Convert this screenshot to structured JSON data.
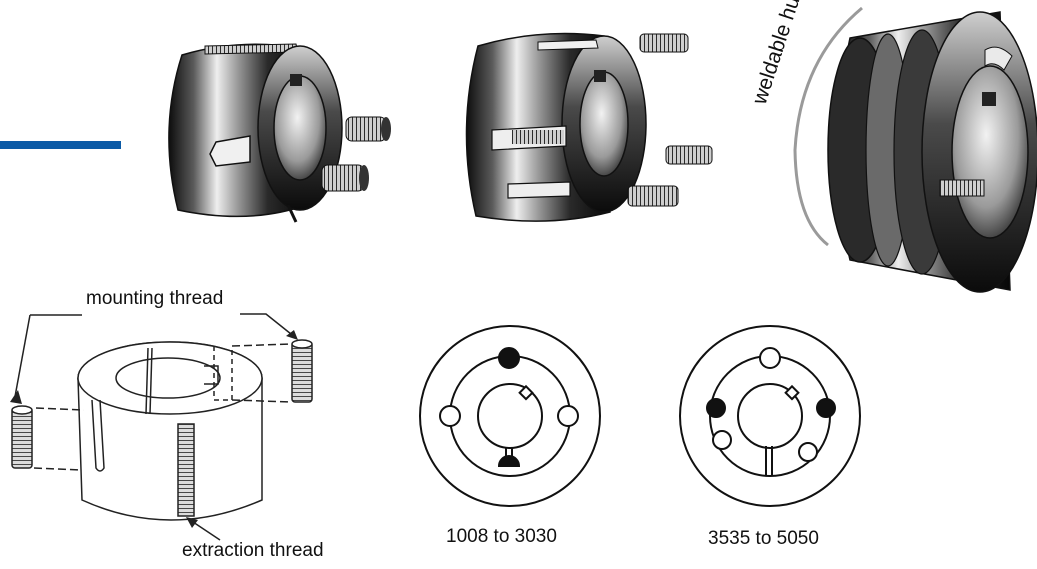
{
  "labels": {
    "weldable_hub": "weldable hub",
    "mounting_thread": "mounting thread",
    "extraction_thread": "extraction thread",
    "range_small": "1008 to 3030",
    "range_large": "3535 to 5050"
  },
  "colors": {
    "accent_bar": "#0b5aa6",
    "steel_dark": "#1a1a1a",
    "steel_light": "#e6e6e6",
    "line": "#222222",
    "arc_gray": "#9a9a9a"
  },
  "icons": {
    "bushing_2hole": "taper-bush-2-screws",
    "bushing_3hole": "taper-bush-3-screws",
    "weld_hub": "weldable-hub",
    "line_drawing": "taper-bush-line-drawing",
    "diagram_small": "hole-pattern-1008-3030",
    "diagram_large": "hole-pattern-3535-5050"
  }
}
